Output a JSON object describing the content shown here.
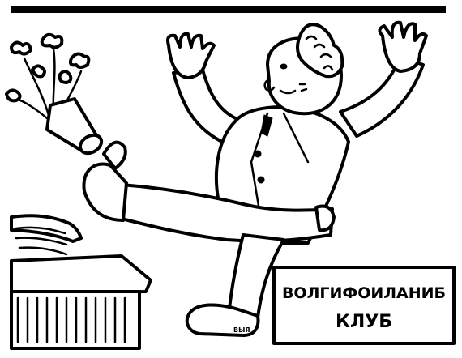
{
  "illustration": {
    "sign": {
      "line1": "ВОЛГИФОИЛАНИБ",
      "line2": "КЛУБ"
    },
    "shoe_sole_text": "ВЫЯ"
  }
}
